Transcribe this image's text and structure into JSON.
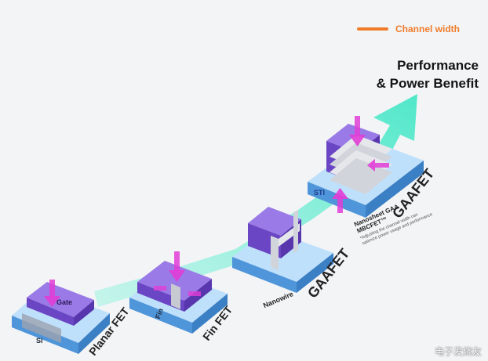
{
  "legend": {
    "label": "Channel width",
    "color": "#f07c2b"
  },
  "headline": {
    "line1": "Performance",
    "line2": "& Power Benefit"
  },
  "colors": {
    "arrow": "#3de6c4",
    "blue": "#5aa7ea",
    "purple": "#7b56d6",
    "magenta": "#e13dd6"
  },
  "stages": {
    "planar": {
      "title": "Planar FET",
      "gate_label": "Gate",
      "substrate_label": "Si"
    },
    "finfet": {
      "title": "Fin FET",
      "fin_label": "Fin"
    },
    "nanowire": {
      "title": "GAAFET",
      "sub_label": "Nanowire"
    },
    "nanosheet": {
      "title": "GAAFET",
      "sub_label_1": "Nanosheet GAA",
      "sub_label_2": "MBCFET™",
      "note_1": "*Adjusting the channel width can",
      "note_2": "optimize power usage and performance",
      "sti_label": "STI"
    }
  },
  "watermark": "电子发烧友"
}
